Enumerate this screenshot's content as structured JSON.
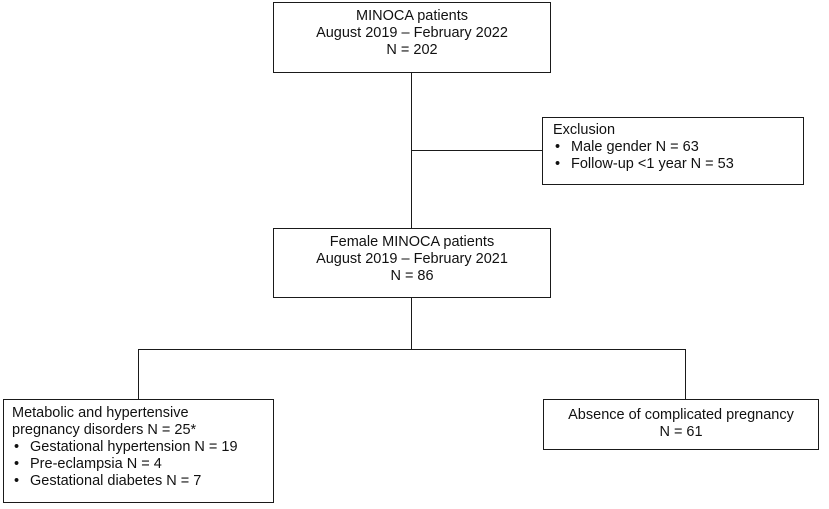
{
  "top_box": {
    "lines": [
      "MINOCA patients",
      "August 2019 – February 2022",
      "N = 202"
    ]
  },
  "exclusion_box": {
    "title": "Exclusion",
    "items": [
      "Male gender N = 63",
      "Follow-up <1 year N = 53"
    ]
  },
  "female_box": {
    "lines": [
      "Female MINOCA patients",
      "August 2019 – February 2021",
      "N = 86"
    ]
  },
  "metabolic_box": {
    "lines": [
      "Metabolic and hypertensive",
      "pregnancy disorders N = 25*"
    ],
    "items": [
      "Gestational hypertension N = 19",
      "Pre-eclampsia N = 4",
      "Gestational diabetes N = 7"
    ]
  },
  "absence_box": {
    "lines": [
      "Absence of complicated pregnancy",
      "N = 61"
    ]
  }
}
